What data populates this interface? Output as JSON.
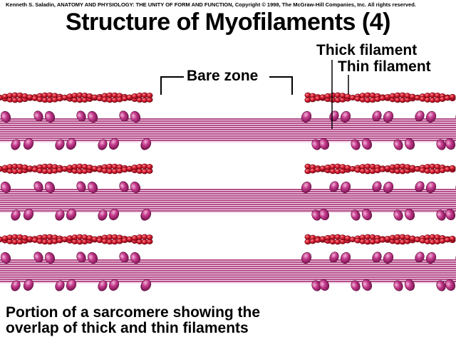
{
  "header": {
    "copyright": "Kenneth S. Saladin, ANATOMY AND PHYSIOLOGY: THE UNITY OF FORM AND FUNCTION, Copyright © 1998, The McGraw-Hill Companies, Inc.  All rights reserved.",
    "title": "Structure of Myofilaments (4)"
  },
  "labels": {
    "thick_filament": "Thick filament",
    "thin_filament": "Thin filament",
    "bare_zone": "Bare zone"
  },
  "caption": {
    "line1": "Portion of a sarcomere showing the",
    "line2": "overlap of thick and thin filaments"
  },
  "colors": {
    "thick_stripe": "#9e1e6a",
    "thick_background": "#f6dcec",
    "myosin_head": "#b32a7c",
    "thin_bead": "#c8102e",
    "thin_bead_highlight": "#ff6b6b"
  }
}
